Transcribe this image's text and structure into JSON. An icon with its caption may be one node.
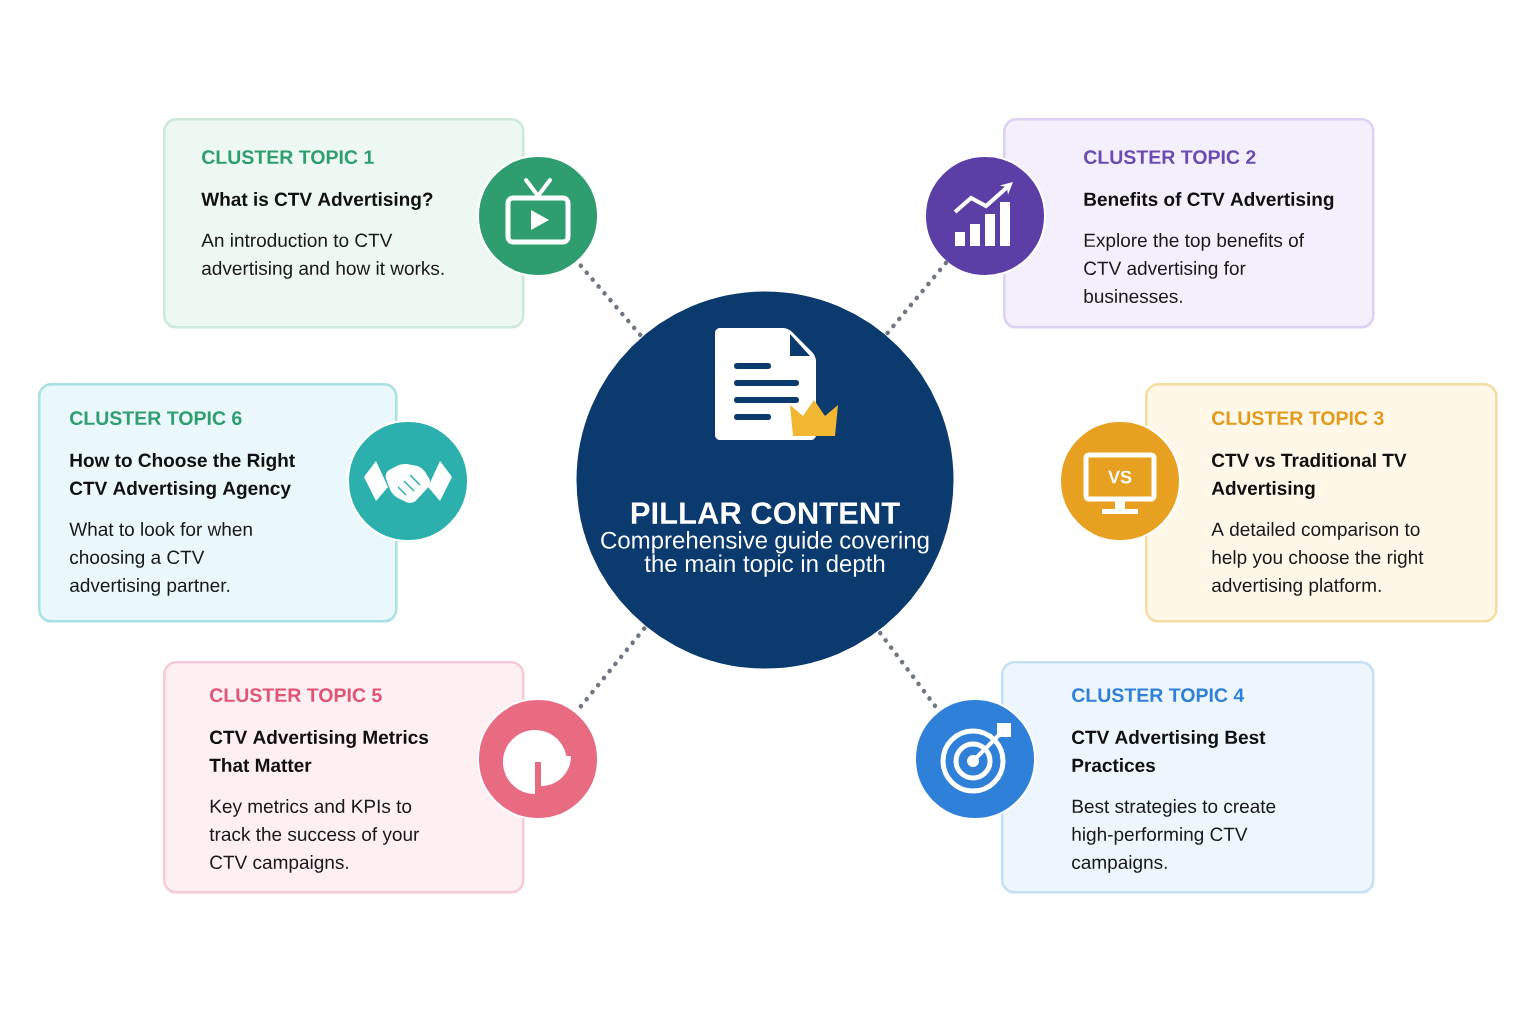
{
  "diagram": {
    "nodes": [
      {
        "text": [
          "PILLAR CONTENT",
          "Comprehensive guide covering the main topic in depth"
        ]
      },
      {
        "text": [
          "CLUSTER TOPIC 1",
          "What is CTV Advertising?",
          "An introduction to CTV advertising and how it works."
        ]
      },
      {
        "text": [],
        "shape": "circle"
      },
      {
        "text": [
          "CLUSTER TOPIC 2",
          "Benefits of CTV Advertising",
          "Explore the top benefits of CTV advertising for businesses."
        ]
      },
      {
        "text": [],
        "shape": "circle"
      },
      {
        "text": [
          "CLUSTER TOPIC 6",
          "How to Choose the Right CTV Advertising Agency",
          "What to look for when choosing a CTV advertising partner."
        ]
      },
      {
        "text": [],
        "shape": "circle"
      },
      {
        "text": [
          "CLUSTER TOPIC 3",
          "CTV vs Traditional TV Advertising",
          "A detailed comparison to help you choose the right advertising platform."
        ]
      },
      {
        "text": [],
        "shape": "circle"
      },
      {
        "text": [
          "CLUSTER TOPIC 5",
          "CTV Advertising Metrics That Matter",
          "Key metrics and KPIs to track the success of your CTV campaigns."
        ]
      },
      {
        "text": [],
        "shape": "circle"
      },
      {
        "text": [
          "CLUSTER TOPIC 4",
          "CTV Advertising Best Practices",
          "Best strategies to create high-performing CTV campaigns."
        ]
      },
      {
        "text": [],
        "shape": "circle"
      }
    ],
    "edges": [
      {
        "from": 0,
        "to": 2,
        "arrow": "none",
        "style": "dashed"
      },
      {
        "from": 0,
        "to": 4,
        "arrow": "none",
        "style": "dashed"
      },
      {
        "from": 0,
        "to": 12,
        "arrow": "none",
        "style": "dashed"
      },
      {
        "from": 0,
        "to": 10,
        "arrow": "none",
        "style": "dashed"
      }
    ],
    "labels": [
      "VS"
    ]
  }
}
